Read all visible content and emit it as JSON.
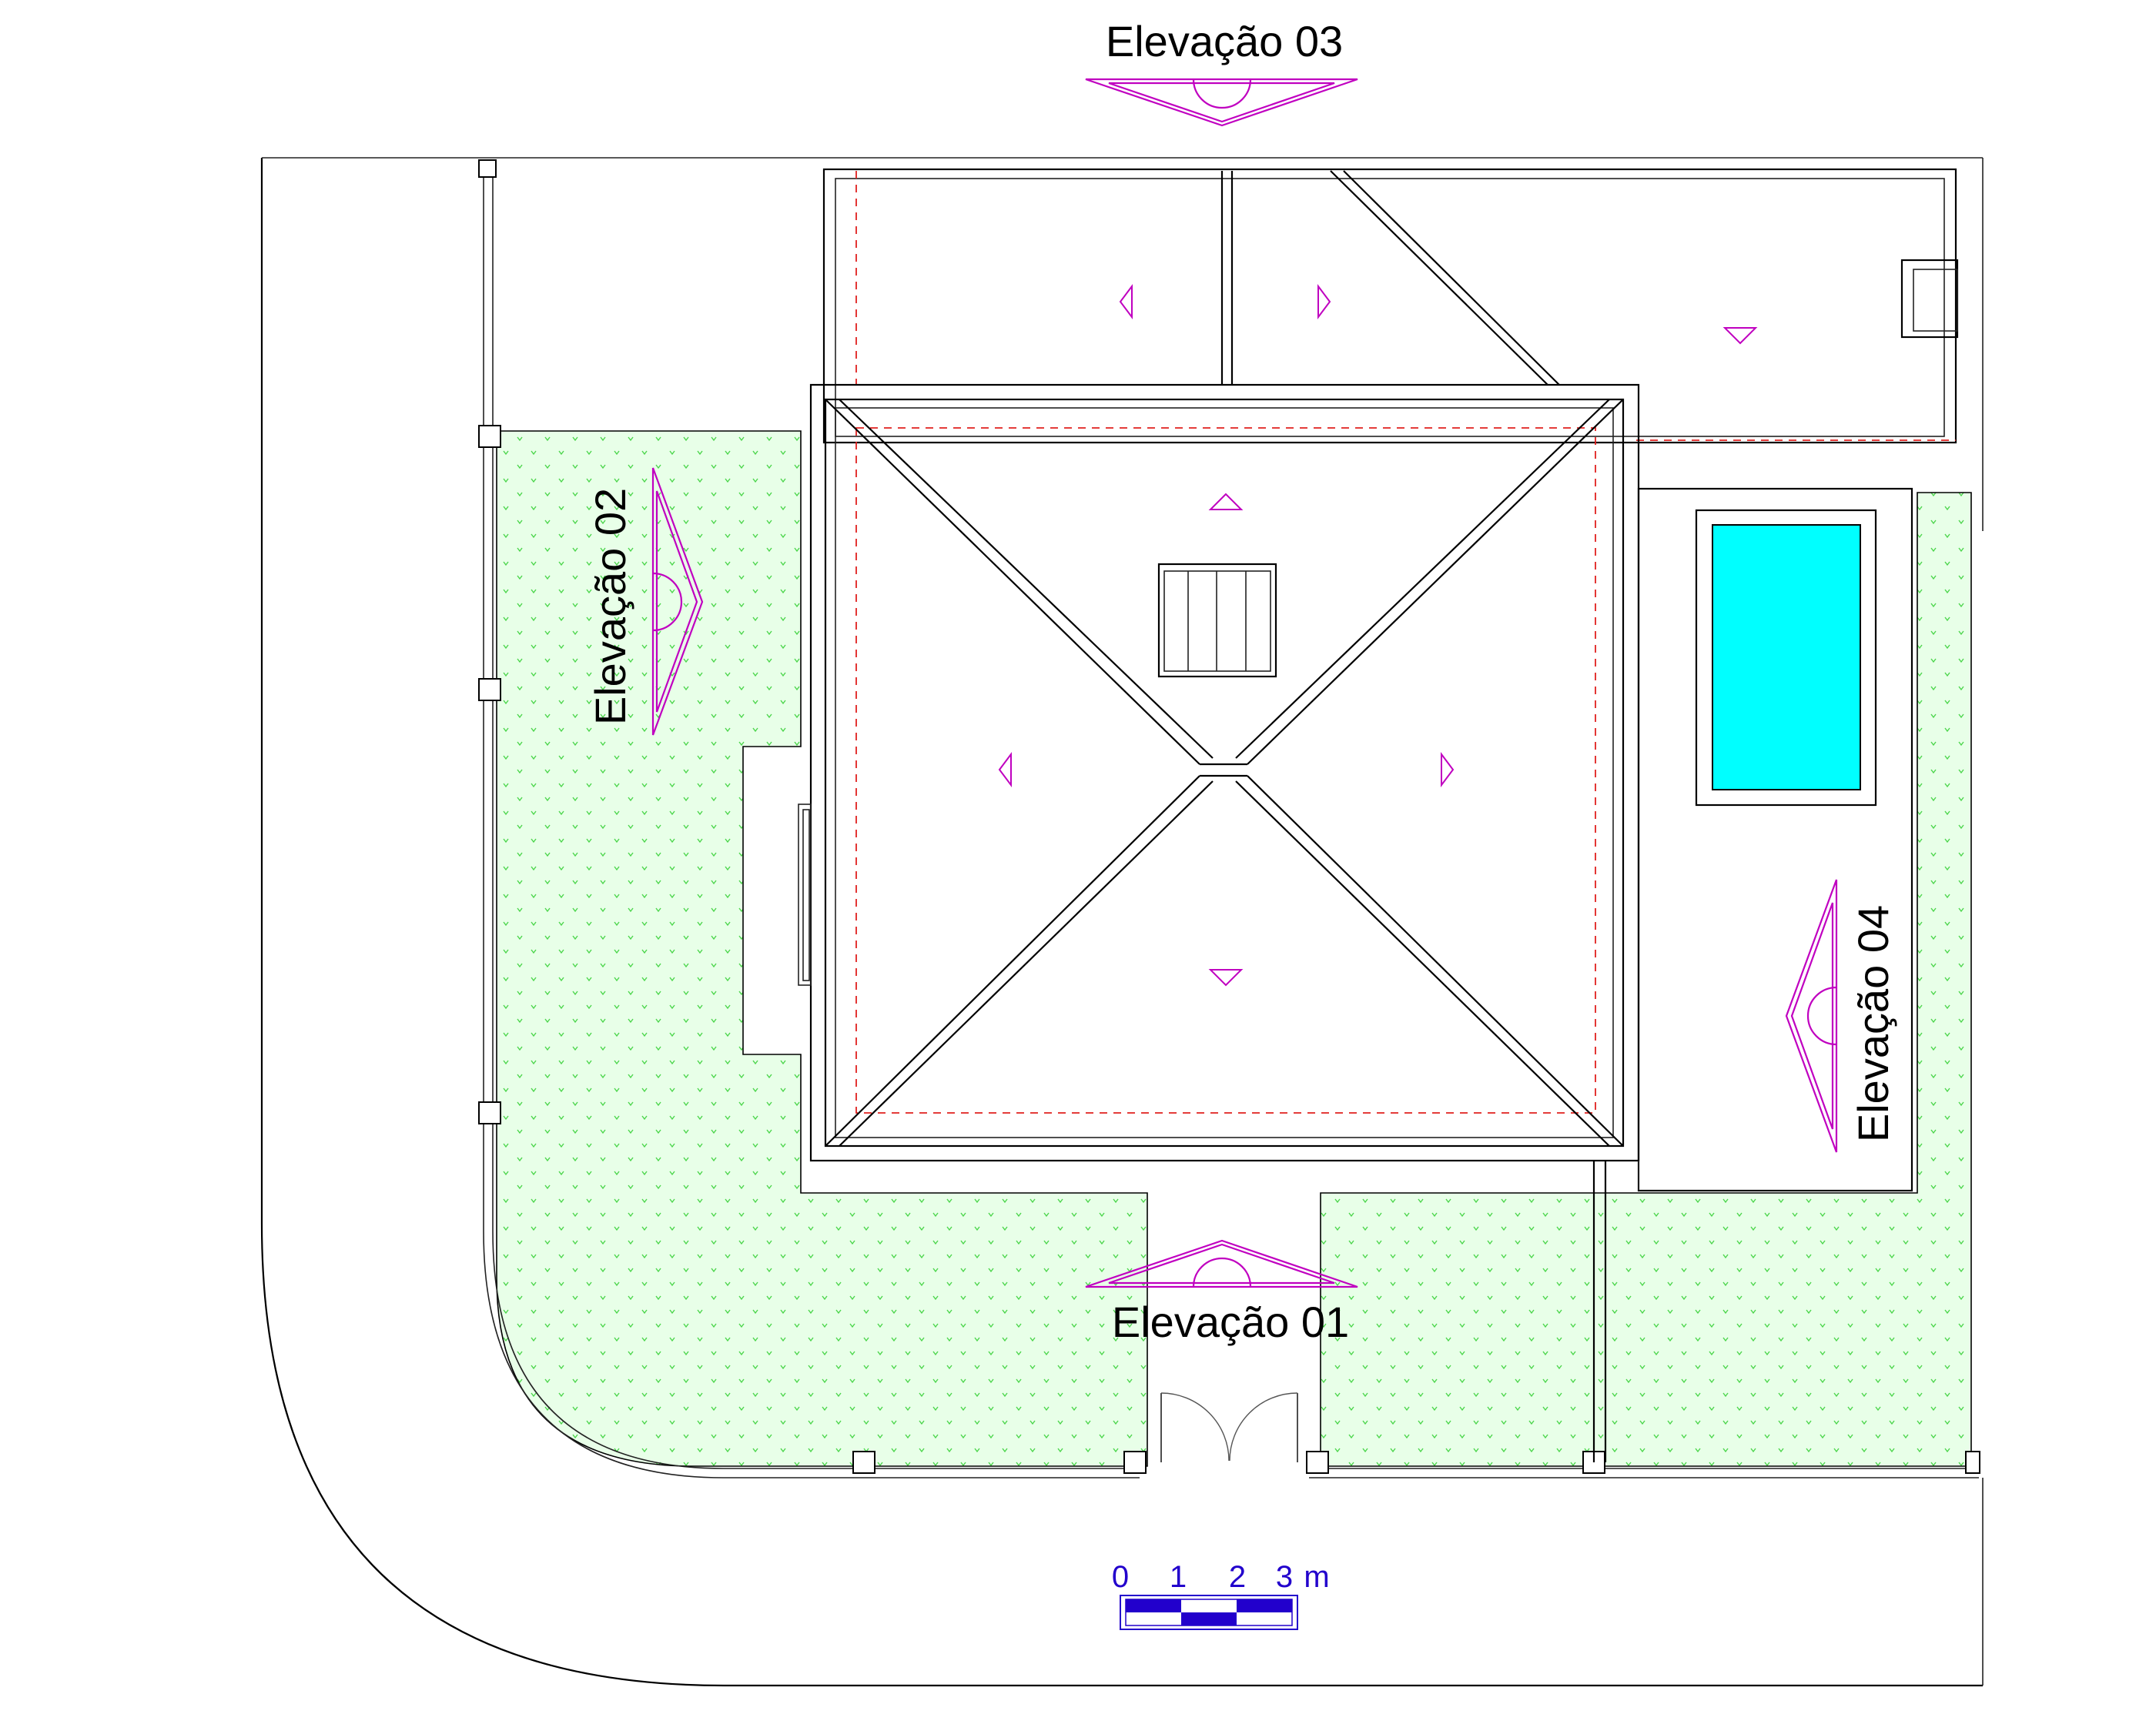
{
  "drawing": {
    "elevations": [
      {
        "id": "01",
        "label": "Elevação 01"
      },
      {
        "id": "02",
        "label": "Elevação 02"
      },
      {
        "id": "03",
        "label": "Elevação 03"
      },
      {
        "id": "04",
        "label": "Elevação 04"
      }
    ],
    "scale_bar": {
      "ticks": [
        "0",
        "1",
        "2",
        "3"
      ],
      "unit": "m"
    },
    "colors": {
      "lines": "#000000",
      "elevation_markers": "#c000c0",
      "roof_dashed": "#e0201f",
      "lawn_pattern": "#7fe07f",
      "lawn_fill": "#e8ffe8",
      "pool": "#00ffff",
      "scale_bar": "#2200cc"
    }
  }
}
